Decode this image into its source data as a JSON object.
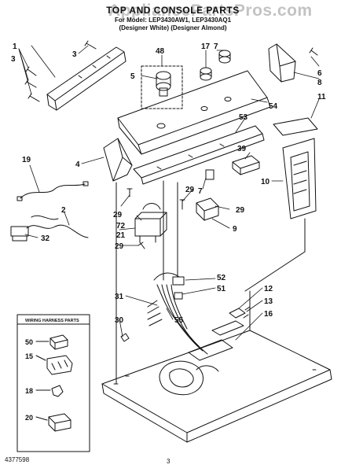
{
  "title": "TOP AND CONSOLE PARTS",
  "subtitle_model": "For Model: LEP3430AW1, LEP3430AQ1",
  "subtitle_colors": "(Designer White) (Designer Almond)",
  "watermark": "AppliancePartsPros.com",
  "footer": {
    "doc_number": "4377598",
    "page_number": "3"
  },
  "colors": {
    "line": "#111111",
    "watermark": "#b9b9b9"
  },
  "callouts": [
    {
      "id": "c1",
      "text": "1"
    },
    {
      "id": "c3a",
      "text": "3"
    },
    {
      "id": "c3b",
      "text": "3"
    },
    {
      "id": "c48",
      "text": "48"
    },
    {
      "id": "c5",
      "text": "5"
    },
    {
      "id": "c17",
      "text": "17"
    },
    {
      "id": "c7a",
      "text": "7"
    },
    {
      "id": "c6",
      "text": "6"
    },
    {
      "id": "c8",
      "text": "8"
    },
    {
      "id": "c11",
      "text": "11"
    },
    {
      "id": "c54",
      "text": "54"
    },
    {
      "id": "c53",
      "text": "53"
    },
    {
      "id": "c4",
      "text": "4"
    },
    {
      "id": "c19",
      "text": "19"
    },
    {
      "id": "c39",
      "text": "39"
    },
    {
      "id": "c10",
      "text": "10"
    },
    {
      "id": "c29a",
      "text": "29"
    },
    {
      "id": "c29b",
      "text": "29"
    },
    {
      "id": "c7b",
      "text": "7"
    },
    {
      "id": "c29c",
      "text": "29"
    },
    {
      "id": "c2",
      "text": "2"
    },
    {
      "id": "c72",
      "text": "72"
    },
    {
      "id": "c32",
      "text": "32"
    },
    {
      "id": "c21",
      "text": "21"
    },
    {
      "id": "c29d",
      "text": "29"
    },
    {
      "id": "c9",
      "text": "9"
    },
    {
      "id": "c52",
      "text": "52"
    },
    {
      "id": "c51",
      "text": "51"
    },
    {
      "id": "c12",
      "text": "12"
    },
    {
      "id": "c31",
      "text": "31"
    },
    {
      "id": "c13",
      "text": "13"
    },
    {
      "id": "c55",
      "text": "55"
    },
    {
      "id": "c16",
      "text": "16"
    },
    {
      "id": "c30",
      "text": "30"
    }
  ],
  "kit_box": {
    "title": "WIRING HARNESS PARTS",
    "items": [
      {
        "id": "k50",
        "text": "50"
      },
      {
        "id": "k15",
        "text": "15"
      },
      {
        "id": "k18",
        "text": "18"
      },
      {
        "id": "k20",
        "text": "20"
      }
    ]
  }
}
